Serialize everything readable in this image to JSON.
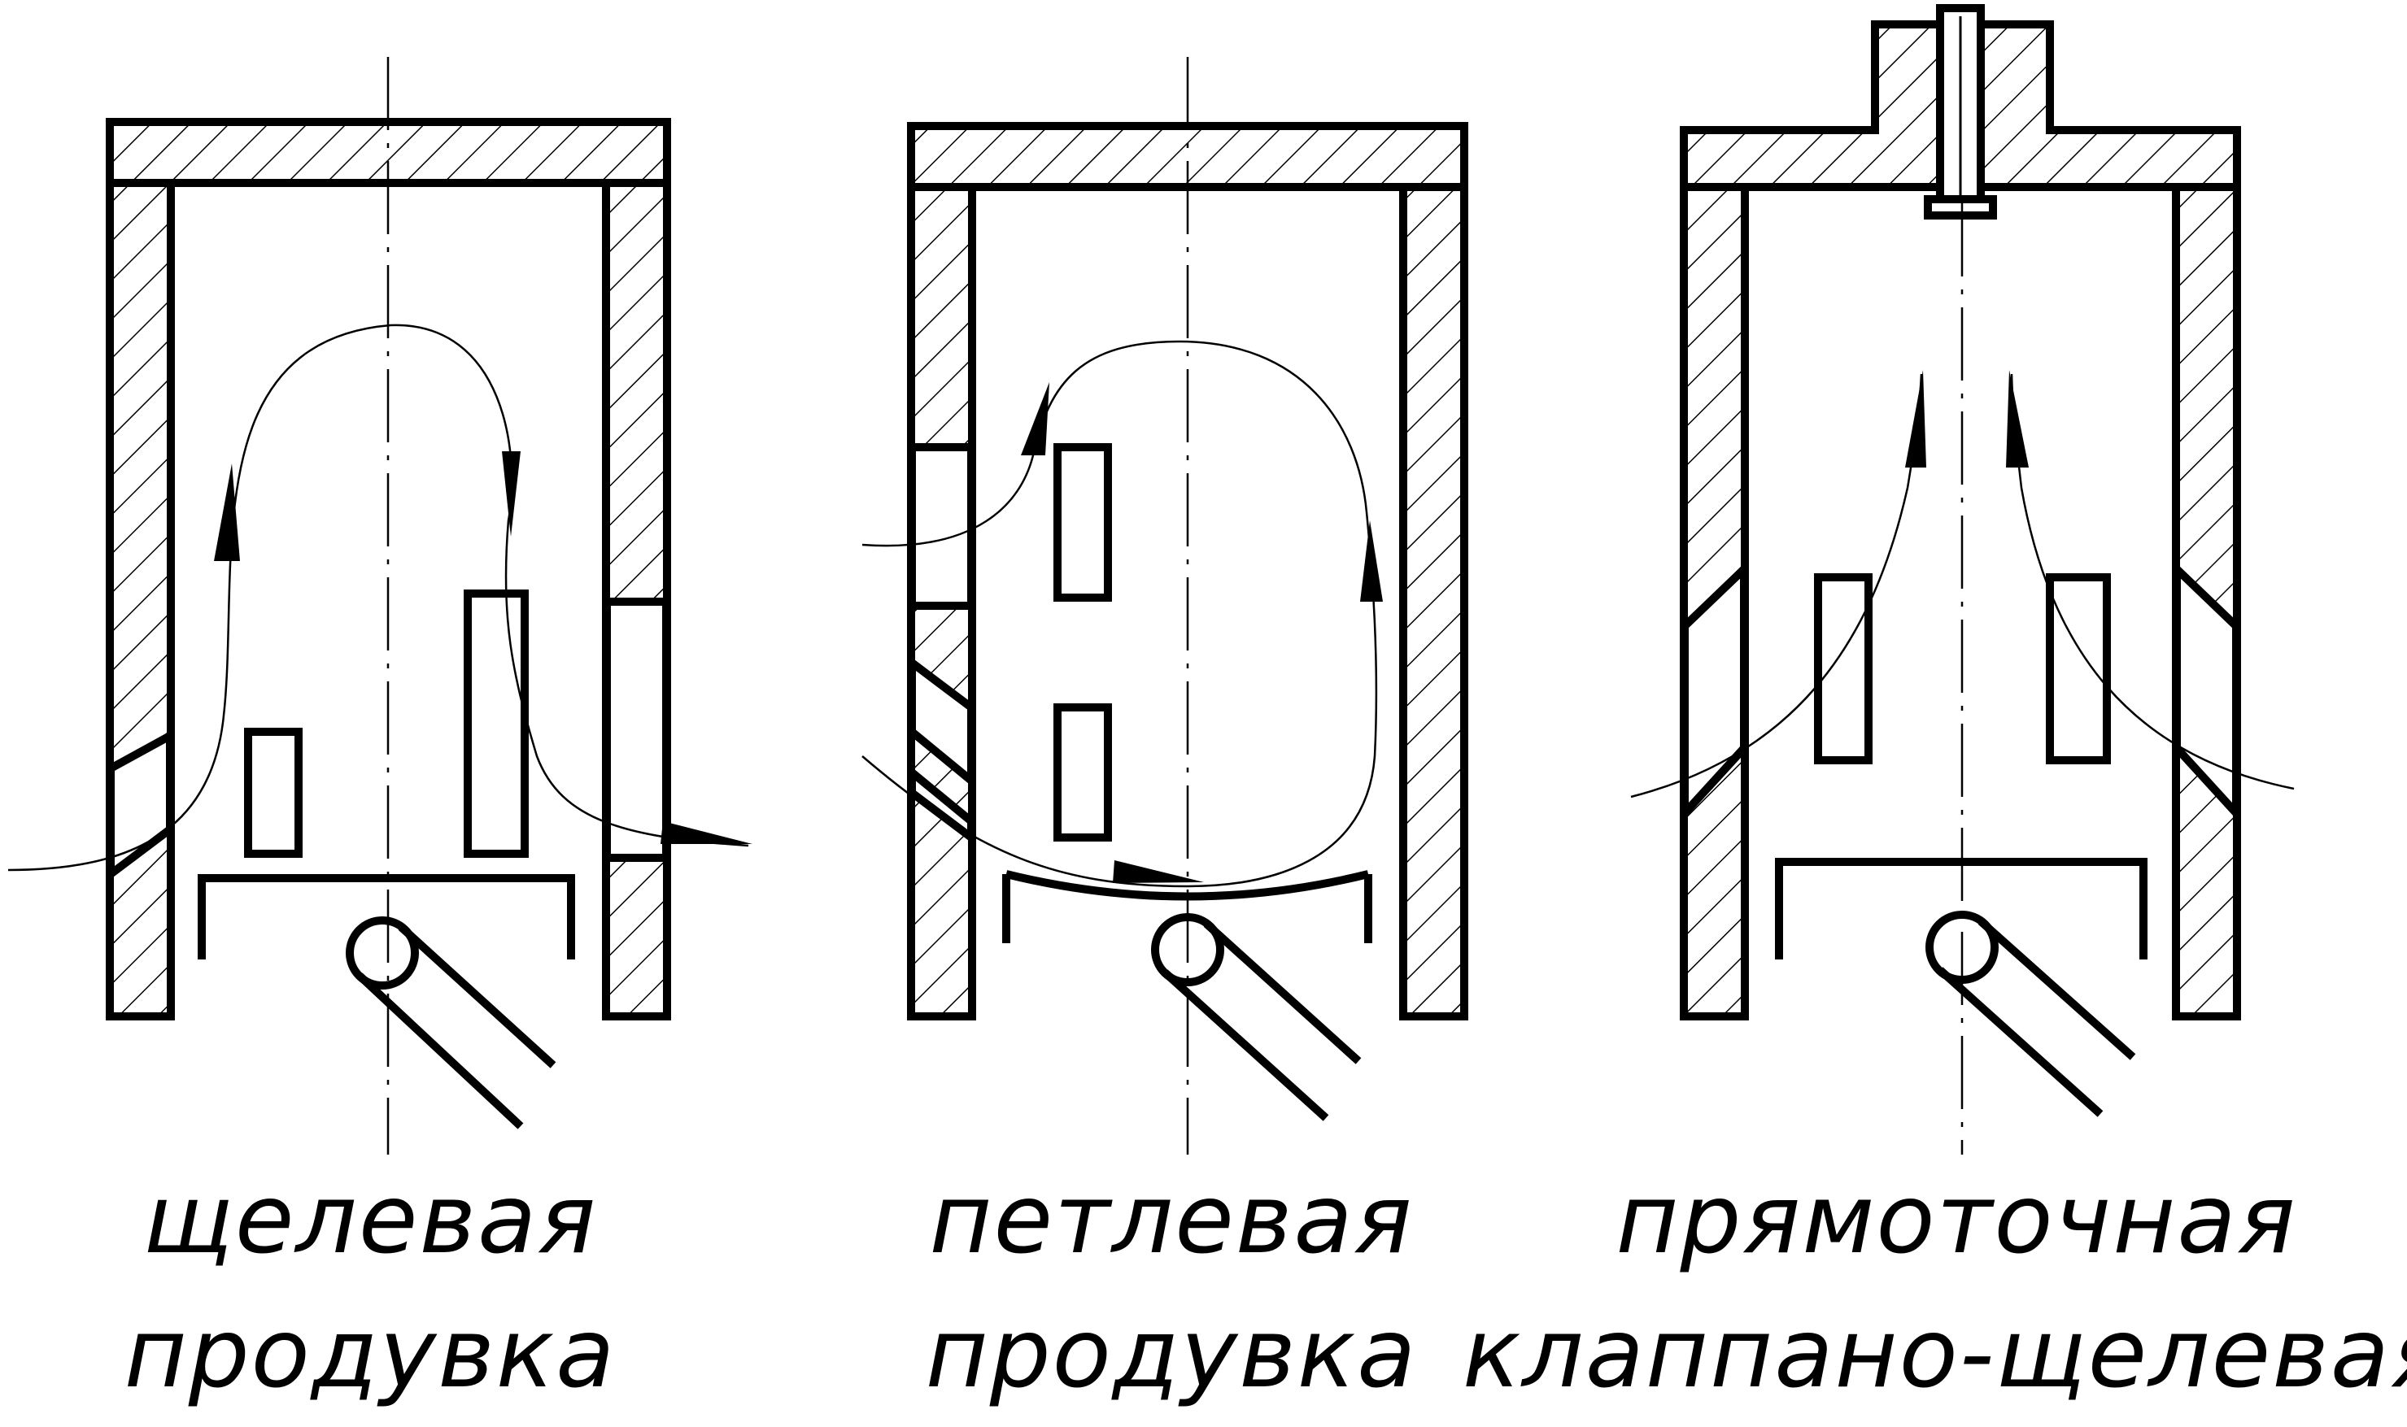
{
  "schemes": [
    {
      "line1": "щелевая",
      "line2": "продувка"
    },
    {
      "line1": "петлевая",
      "line2": "продувка"
    },
    {
      "line1": "прямоточная",
      "line2": "клаппано-щелевая"
    }
  ],
  "colors": {
    "stroke": "#000000",
    "background": "#ffffff"
  }
}
